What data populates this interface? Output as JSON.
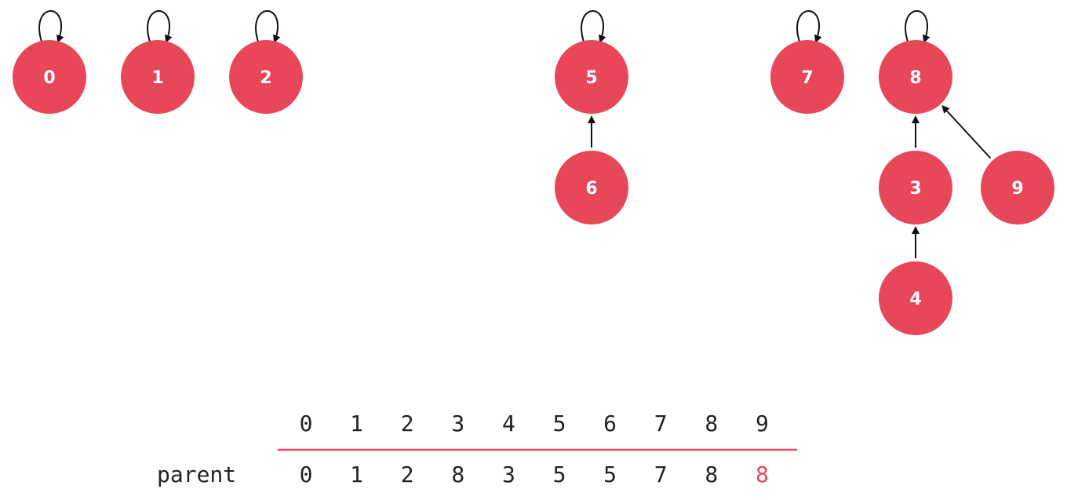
{
  "colors": {
    "node_fill": "#e8475a",
    "edge": "#111111",
    "divider": "#e8475a",
    "highlight_text": "#e8475a",
    "text": "#222222"
  },
  "nodes": [
    {
      "id": "0",
      "label": "0",
      "self_loop": true
    },
    {
      "id": "1",
      "label": "1",
      "self_loop": true
    },
    {
      "id": "2",
      "label": "2",
      "self_loop": true
    },
    {
      "id": "5",
      "label": "5",
      "self_loop": true
    },
    {
      "id": "6",
      "label": "6",
      "self_loop": false
    },
    {
      "id": "7",
      "label": "7",
      "self_loop": true
    },
    {
      "id": "8",
      "label": "8",
      "self_loop": true
    },
    {
      "id": "3",
      "label": "3",
      "self_loop": false
    },
    {
      "id": "9",
      "label": "9",
      "self_loop": false
    },
    {
      "id": "4",
      "label": "4",
      "self_loop": false
    }
  ],
  "edges": [
    {
      "from": "6",
      "to": "5"
    },
    {
      "from": "3",
      "to": "8"
    },
    {
      "from": "4",
      "to": "3"
    },
    {
      "from": "9",
      "to": "8"
    }
  ],
  "table": {
    "index_row": [
      "0",
      "1",
      "2",
      "3",
      "4",
      "5",
      "6",
      "7",
      "8",
      "9"
    ],
    "parent_label": "parent",
    "parent_row": [
      "0",
      "1",
      "2",
      "8",
      "3",
      "5",
      "5",
      "7",
      "8",
      "8"
    ],
    "highlight_index": 9
  }
}
